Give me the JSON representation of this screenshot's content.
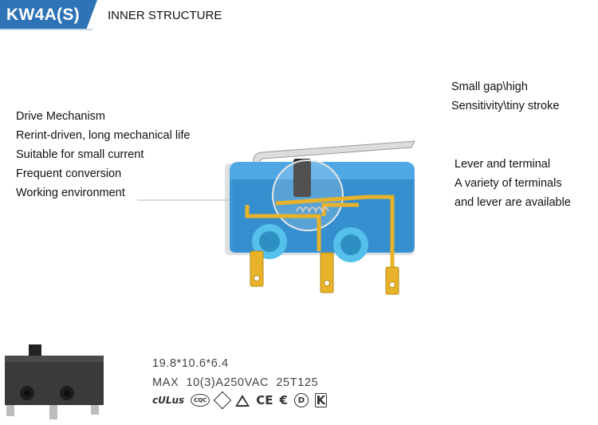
{
  "header": {
    "model": "KW4A(S)",
    "section": "INNER STRUCTURE"
  },
  "left_notes": [
    "Drive Mechanism",
    "Rerint-driven, long mechanical life",
    "Suitable for small current",
    "Frequent conversion",
    "Working environment"
  ],
  "right_top_notes": [
    "Small gap\\high",
    "Sensitivity\\tiny stroke"
  ],
  "right_mid_notes": [
    "Lever and terminal",
    "A variety of terminals",
    "and lever are available"
  ],
  "specs": {
    "dimensions": "19.8*10.6*6.4",
    "rating": "MAX  10(3)A250VAC  25T125"
  },
  "certifications": [
    {
      "icon": "cul-us-icon",
      "text": "cULus"
    },
    {
      "icon": "cqc-icon",
      "text": "CQC"
    },
    {
      "icon": "vde-icon",
      "text": ""
    },
    {
      "icon": "warning-triangle-icon",
      "text": ""
    },
    {
      "icon": "ce-icon",
      "text": "CE"
    },
    {
      "icon": "enec-icon",
      "text": "€"
    },
    {
      "icon": "d-mark-icon",
      "text": "D"
    },
    {
      "icon": "k-mark-icon",
      "text": "K"
    }
  ],
  "colors": {
    "header_tab": "#2f73b7",
    "housing_blue": "#3d97d6",
    "terminal_gold": "#e8b22a",
    "product_body": "#3a3a3a"
  }
}
